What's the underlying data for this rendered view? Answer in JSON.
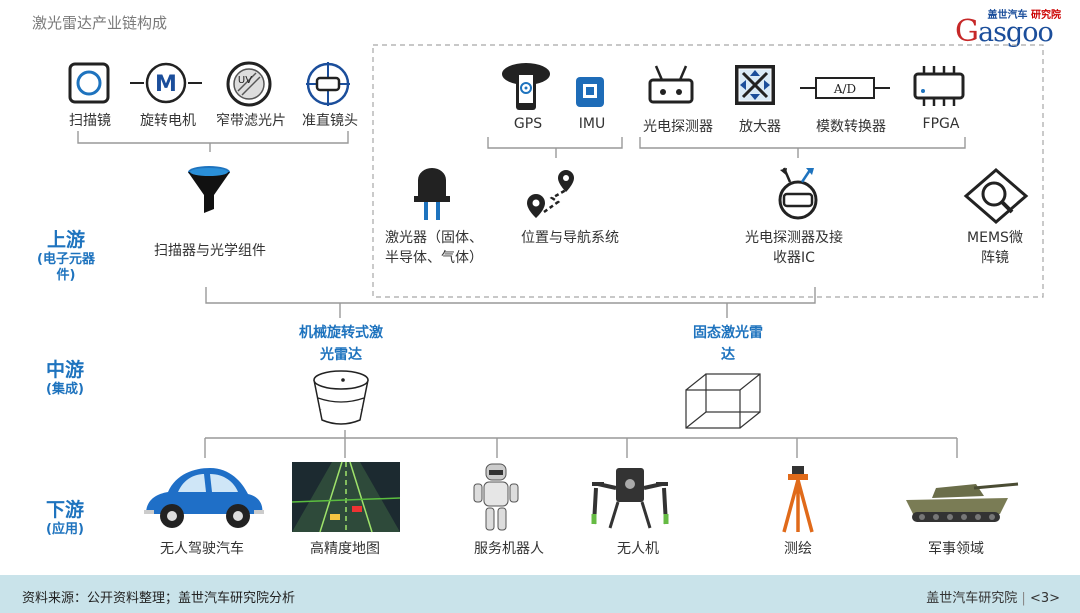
{
  "title": "激光雷达产业链构成",
  "logo": {
    "top_left": "盖世汽车",
    "top_right": "研究院",
    "main": "asgoo",
    "cap": "G"
  },
  "stages": {
    "upstream": {
      "name": "上游",
      "note": "(电子元器件)"
    },
    "midstream": {
      "name": "中游",
      "note": "(集成)"
    },
    "downstream": {
      "name": "下游",
      "note": "(应用)"
    }
  },
  "scanner_parts": [
    "扫描镜",
    "旋转电机",
    "窄带滤光片",
    "准直镜头"
  ],
  "scanner_group": "扫描器与光学组件",
  "positioning": [
    "GPS",
    "IMU"
  ],
  "receiver_parts": [
    "光电探测器",
    "放大器",
    "模数转换器",
    "FPGA"
  ],
  "ad_text": "A/D",
  "upstream_items": {
    "laser": "激光器（固体、半导体、气体）",
    "position": "位置与导航系统",
    "detector": "光电探测器及接收器IC",
    "mems": "MEMS微阵镜"
  },
  "midstream_types": {
    "mechanical": "机械旋转式激光雷达",
    "solid": "固态激光雷达"
  },
  "applications": [
    "无人驾驶汽车",
    "高精度地图",
    "服务机器人",
    "无人机",
    "测绘",
    "军事领域"
  ],
  "footer": {
    "source": "资料来源：公开资料整理；盖世汽车研究院分析",
    "org": "盖世汽车研究院",
    "page": "<3>"
  },
  "colors": {
    "accent": "#1e73be",
    "line": "#999999",
    "footer_bg": "#c9e3ea"
  }
}
